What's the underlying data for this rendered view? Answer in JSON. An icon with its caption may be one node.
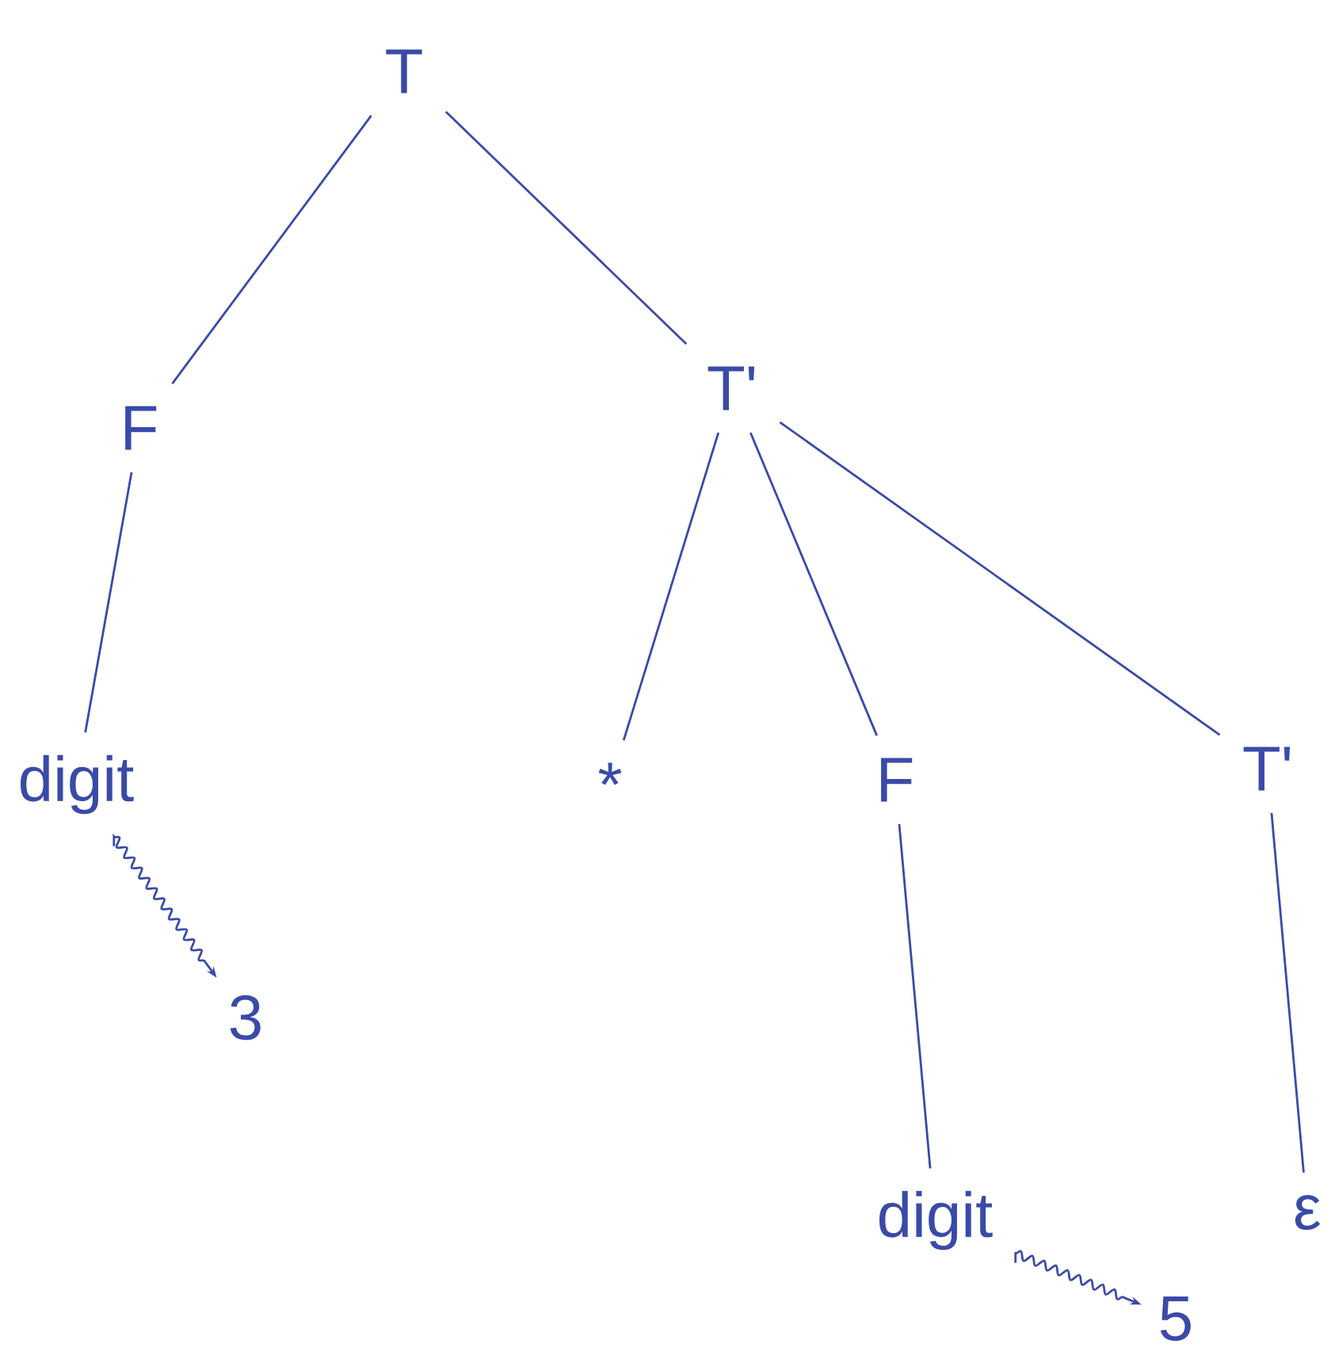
{
  "diagram": {
    "nodes": [
      {
        "text": [
          "T"
        ]
      },
      {
        "text": [
          "F"
        ]
      },
      {
        "text": [
          "T'"
        ]
      },
      {
        "text": [
          "digit"
        ]
      },
      {
        "text": [
          "3"
        ]
      },
      {
        "text": [
          "*"
        ]
      },
      {
        "text": [
          "F"
        ]
      },
      {
        "text": [
          "T'"
        ]
      },
      {
        "text": [
          "digit"
        ]
      },
      {
        "text": [
          "5"
        ]
      },
      {
        "text": [
          "ε"
        ]
      }
    ],
    "edges": [
      {
        "from": 0,
        "to": 1,
        "arrow": "none"
      },
      {
        "from": 0,
        "to": 2,
        "arrow": "none"
      },
      {
        "from": 1,
        "to": 3,
        "arrow": "none"
      },
      {
        "from": 3,
        "to": 4,
        "arrow": "to"
      },
      {
        "from": 2,
        "to": 5,
        "arrow": "none"
      },
      {
        "from": 2,
        "to": 6,
        "arrow": "none"
      },
      {
        "from": 2,
        "to": 7,
        "arrow": "none"
      },
      {
        "from": 6,
        "to": 8,
        "arrow": "none"
      },
      {
        "from": 8,
        "to": 9,
        "arrow": "to"
      },
      {
        "from": 7,
        "to": 10,
        "arrow": "none"
      }
    ]
  }
}
